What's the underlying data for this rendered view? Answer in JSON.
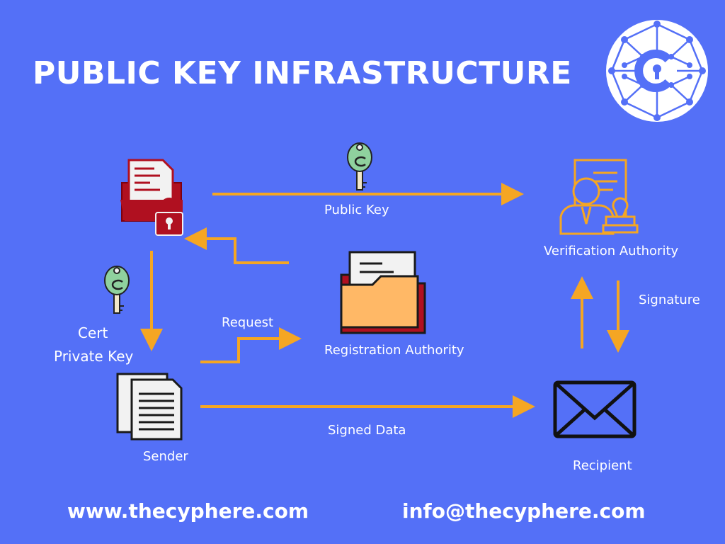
{
  "title": "PUBLIC KEY INFRASTRUCTURE",
  "labels": {
    "public_key": "Public Key",
    "verification_authority": "Verification  Authority",
    "signature": "Signature",
    "request": "Request",
    "registration_authority": "Registration Authority",
    "cert": "Cert",
    "private_key": "Private Key",
    "sender": "Sender",
    "signed_data": "Signed Data",
    "recipient": "Recipient"
  },
  "footer": {
    "website": "www.thecyphere.com",
    "email": "info@thecyphere.com"
  },
  "colors": {
    "background": "#5470f7",
    "arrow": "#f5a623",
    "certificate_authority_icon": "#b01020",
    "folder": "#ffb866",
    "key": "#8fd19e",
    "verification_icon": "#f5a623"
  },
  "icons": {
    "logo": "cyphere-logo-icon",
    "certificate_authority": "locked-folder-icon",
    "registration_authority": "open-folder-icon",
    "verification_authority": "officer-stamp-icon",
    "sender": "documents-icon",
    "recipient": "envelope-icon",
    "key": "key-icon"
  }
}
